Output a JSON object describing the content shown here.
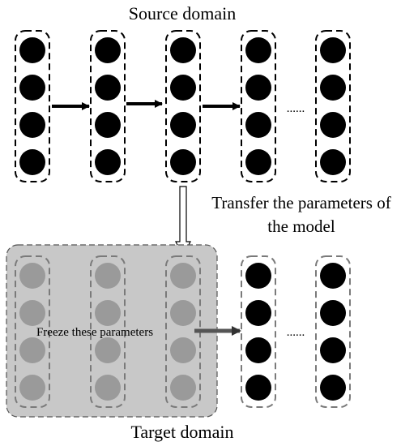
{
  "labels": {
    "source_domain": "Source domain",
    "target_domain": "Target domain",
    "transfer_line1": "Transfer the parameters of",
    "transfer_line2": "the model",
    "freeze": "Freeze these parameters",
    "ellipsis_top": "......",
    "ellipsis_bottom": "......"
  },
  "colors": {
    "active_node": "#000000",
    "frozen_node": "#9a9a9a",
    "frozen_panel": "#c8c8c8",
    "column_border": "#000000",
    "frozen_column_border": "#7a7a7a"
  },
  "source": {
    "columns": 5,
    "nodes_per_column": 4,
    "ellipsis_after_column": 4
  },
  "target": {
    "frozen_columns": 3,
    "trainable_columns": 2,
    "nodes_per_column": 4,
    "ellipsis_after_column": 4
  }
}
